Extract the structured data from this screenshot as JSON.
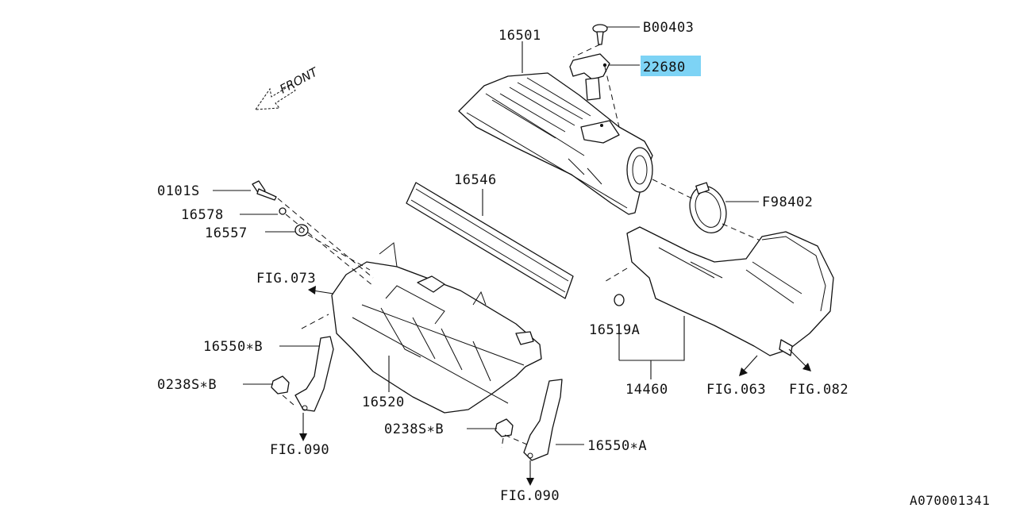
{
  "diagram_id": "A070001341",
  "orientation_label": "FRONT",
  "parts": {
    "upper_case": "16501",
    "screw": "B00403",
    "mass_air_flow_sensor": "22680",
    "clamp": "F98402",
    "filter_element": "16546",
    "bolt": "0101S",
    "collar": "16578",
    "cushion": "16557",
    "lower_case": "16520",
    "bracket_b": "16550∗B",
    "bracket_a": "16550∗A",
    "nut_b_left": "0238S∗B",
    "nut_b_right": "0238S∗B",
    "grommet": "16519A",
    "intake_duct": "14460"
  },
  "figure_refs": {
    "fig073": "FIG.073",
    "fig090_left": "FIG.090",
    "fig090_bottom": "FIG.090",
    "fig063": "FIG.063",
    "fig082": "FIG.082"
  },
  "highlight": {
    "part": "22680",
    "color": "#7dd3f5"
  }
}
